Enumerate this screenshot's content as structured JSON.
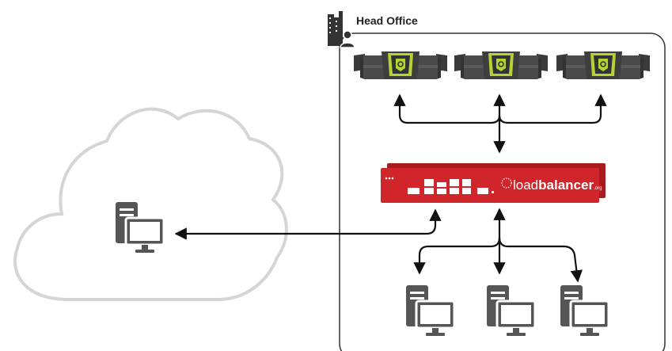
{
  "site": {
    "label": "Head Office"
  },
  "load_balancer": {
    "brand_light": "load",
    "brand_bold": "balancer",
    "brand_suffix": ".org"
  },
  "icons": {
    "site": "office-building-user-icon",
    "cloud": "cloud-icon",
    "remote_workstation": "desktop-computer-icon",
    "gateway": "security-gateway-appliance-icon",
    "load_balancer": "load-balancer-appliance-icon",
    "server": "desktop-computer-icon"
  },
  "colors": {
    "appliance_red": "#d0262b",
    "gateway_body": "#4a4a4a",
    "gateway_accent": "#b5d334",
    "computer_gray": "#555555",
    "cloud_outline": "#d5d5d5",
    "border": "#333333"
  }
}
